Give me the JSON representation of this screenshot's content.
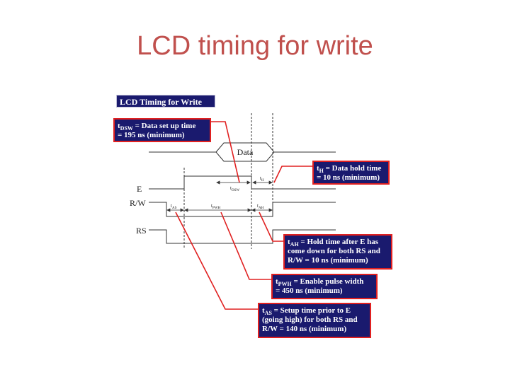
{
  "slide": {
    "title": "LCD timing for write"
  },
  "figure": {
    "heading": "LCD Timing for Write",
    "data_label": "Data",
    "signals": {
      "e": "E",
      "rw": "R/W",
      "rs": "RS"
    },
    "ticks": {
      "t_dsw": {
        "t": "t",
        "sub": "DSW"
      },
      "t_h": {
        "t": "t",
        "sub": "H"
      },
      "t_as": {
        "t": "t",
        "sub": "AS"
      },
      "t_pwh": {
        "t": "t",
        "sub": "PWH"
      },
      "t_ah": {
        "t": "t",
        "sub": "AH"
      }
    },
    "callouts": {
      "dsw": {
        "sym": "t",
        "sub": "DSW",
        "line1": " = Data set up time",
        "line2": "= 195 ns (minimum)"
      },
      "h": {
        "sym": "t",
        "sub": "H",
        "line1": " = Data hold time",
        "line2": "= 10 ns (minimum)"
      },
      "ah": {
        "sym": "t",
        "sub": "AH",
        "line1": " = Hold time after E has",
        "line2": "come down for both RS and",
        "line3": "R/W  = 10 ns (minimum)"
      },
      "pwh": {
        "sym": "t",
        "sub": "PWH",
        "line1": " = Enable pulse width",
        "line2": "= 450 ns (minimum)"
      },
      "as": {
        "sym": "t",
        "sub": "AS",
        "line1": " = Setup time prior to E",
        "line2": "(going high) for both RS and",
        "line3": "R/W = 140 ns (minimum)"
      }
    }
  },
  "colors": {
    "title": "#c0504d",
    "box_fill": "#1a1a6e",
    "box_border": "#e02020",
    "leader": "#e02020"
  }
}
